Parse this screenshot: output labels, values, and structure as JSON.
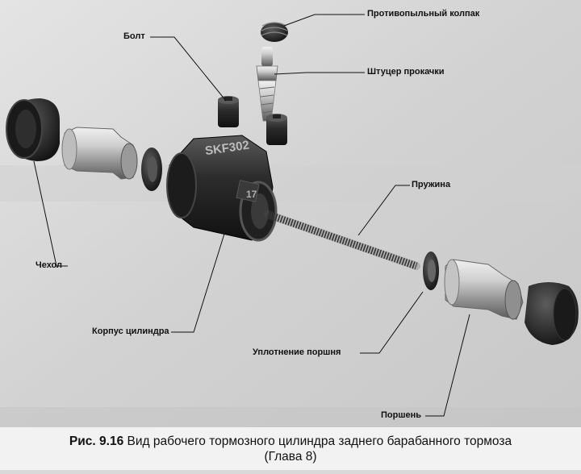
{
  "labels": {
    "dust_cap": "Противопыльный колпак",
    "bolt": "Болт",
    "bleed_nipple": "Штуцер прокачки",
    "spring": "Пружина",
    "boot": "Чехол",
    "cylinder_body": "Корпус цилиндра",
    "piston_seal": "Уплотнение поршня",
    "piston": "Поршень"
  },
  "body_casting_text": "SKF302",
  "body_number": "17",
  "caption": {
    "figure": "Рис. 9.16",
    "text": "Вид рабочего тормозного цилиндра заднего барабанного тормоза",
    "chapter": "(Глава 8)"
  }
}
